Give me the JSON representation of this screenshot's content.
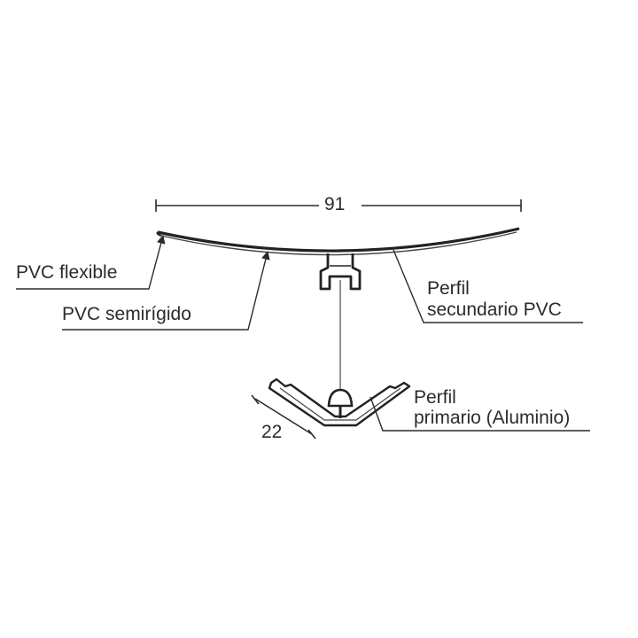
{
  "dimensions": {
    "width_value": "91",
    "depth_value": "22"
  },
  "labels": {
    "pvc_flexible": "PVC flexible",
    "pvc_semirigid": "PVC semirígido",
    "secondary_line1": "Perfil",
    "secondary_line2": "secundario PVC",
    "primary_line1": "Perfil",
    "primary_line2": "primario (Aluminio)"
  },
  "colors": {
    "line": "#2b2b2b",
    "profile": "#222222"
  }
}
